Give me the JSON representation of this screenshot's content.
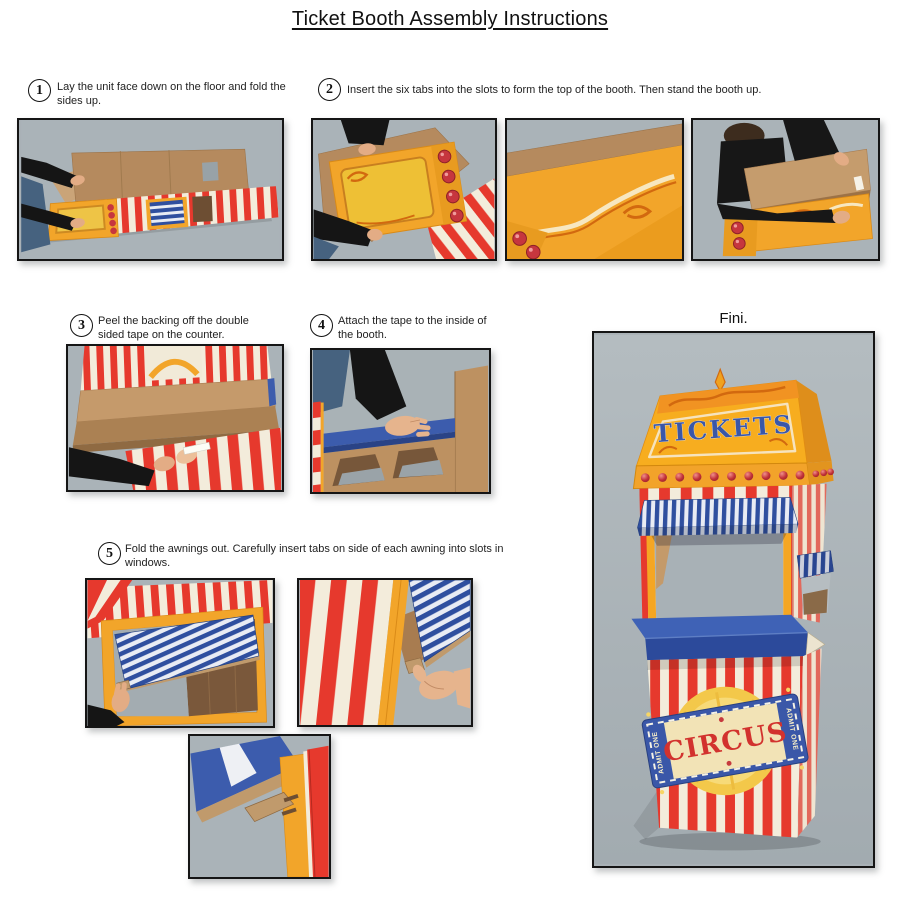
{
  "page": {
    "title": "Ticket Booth Assembly Instructions",
    "fini_label": "Fini."
  },
  "steps": [
    {
      "number": "1",
      "text": "Lay the unit face down on the floor and fold the sides up."
    },
    {
      "number": "2",
      "text": "Insert the six tabs into the slots to form the top of the booth. Then stand the booth up."
    },
    {
      "number": "3",
      "text": "Peel the backing off the double sided tape on the counter."
    },
    {
      "number": "4",
      "text": "Attach the tape to the inside of the booth."
    },
    {
      "number": "5",
      "text": "Fold the awnings out. Carefully insert tabs on side of each awning into slots in windows."
    }
  ],
  "booth": {
    "marquee_text": "TICKETS",
    "emblem_text": "CIRCUS",
    "emblem_stub_text": "ADMIT ONE"
  },
  "colors": {
    "photo_background": "#a9b1b6",
    "stripe_red": "#e6392d",
    "stripe_cream": "#f3ecdb",
    "marquee_gold": "#f7ad1f",
    "ornament_orange": "#d2690f",
    "awning_blue": "#2f4f9f",
    "awning_white": "#e9ecf4",
    "counter_blue": "#3f62b6",
    "cardboard": "#b98c5f",
    "bulb_red": "#c63a42",
    "letter_blue": "#3a57a8",
    "emblem_red": "#d2322e"
  }
}
